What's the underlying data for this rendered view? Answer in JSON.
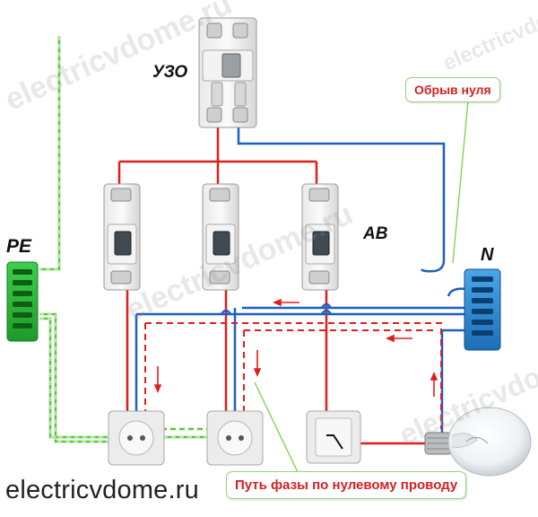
{
  "labels": {
    "uzo": "УЗО",
    "pe": "PE",
    "n": "N",
    "av": "AB",
    "break_callout": "Обрыв нуля",
    "path_callout": "Путь фазы по нулевому проводу"
  },
  "watermark": {
    "text": "electricvdome.ru",
    "bottom_text": "electricvdome.ru"
  },
  "colors": {
    "phase": "#e01e1e",
    "neutral": "#1f5fbf",
    "ground": "#5cd23c",
    "callout_border": "#9bd27a",
    "callout_text": "#d42020"
  }
}
